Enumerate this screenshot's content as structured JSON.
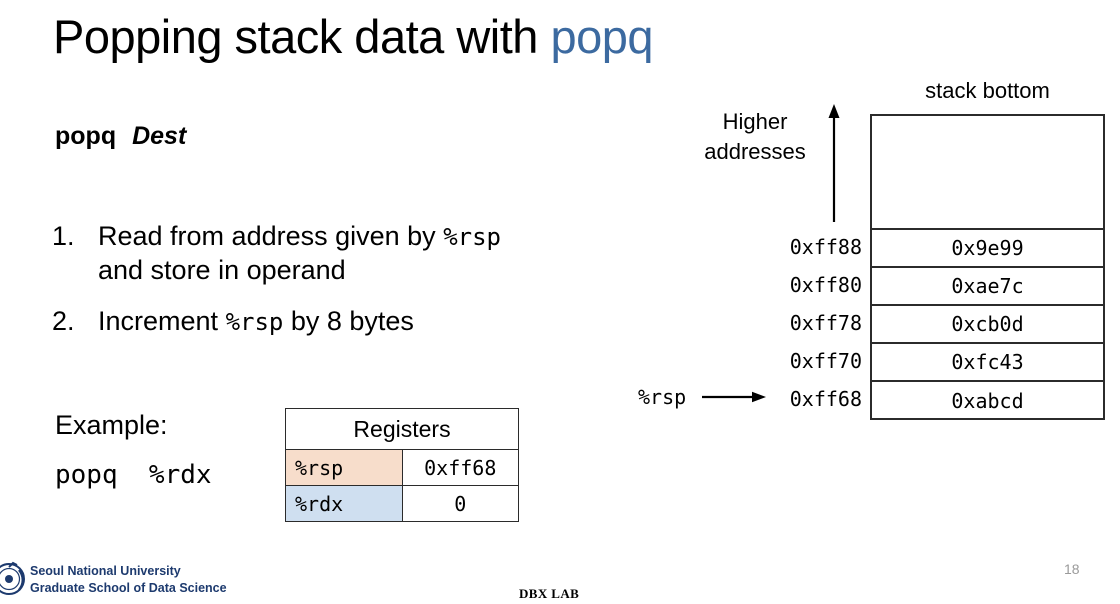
{
  "slide": {
    "title_main": "Popping stack data with ",
    "title_accent": "popq",
    "accent_color": "#3c6aa0"
  },
  "syntax": {
    "mnemonic": "popq",
    "operand": "Dest"
  },
  "steps": [
    {
      "num": "1.",
      "text_before": "Read from address given by ",
      "code": "%rsp",
      "text_after": "",
      "line2": "and store in operand"
    },
    {
      "num": "2.",
      "text_before": "Increment ",
      "code": "%rsp",
      "text_after": "  by 8 bytes",
      "line2": ""
    }
  ],
  "example": {
    "label": "Example:",
    "code": "popq  %rdx"
  },
  "registers": {
    "header": "Registers",
    "rows": [
      {
        "name": "%rsp",
        "value": "0xff68",
        "name_bg": "#f7ddcb"
      },
      {
        "name": "%rdx",
        "value": "0",
        "name_bg": "#cfdff0"
      }
    ]
  },
  "stack": {
    "bottom_label": "stack bottom",
    "higher_addresses_line1": "Higher",
    "higher_addresses_line2": "addresses",
    "pointer_label": "%rsp",
    "cells": [
      {
        "address": "0xff88",
        "value": "0x9e99"
      },
      {
        "address": "0xff80",
        "value": "0xae7c"
      },
      {
        "address": "0xff78",
        "value": "0xcb0d"
      },
      {
        "address": "0xff70",
        "value": "0xfc43"
      },
      {
        "address": "0xff68",
        "value": "0xabcd"
      }
    ]
  },
  "footer": {
    "org_line1": "Seoul National University",
    "org_line2": "Graduate School of Data Science",
    "org_color": "#1d3a6e",
    "lab": "DBX LAB",
    "page_number": "18"
  }
}
